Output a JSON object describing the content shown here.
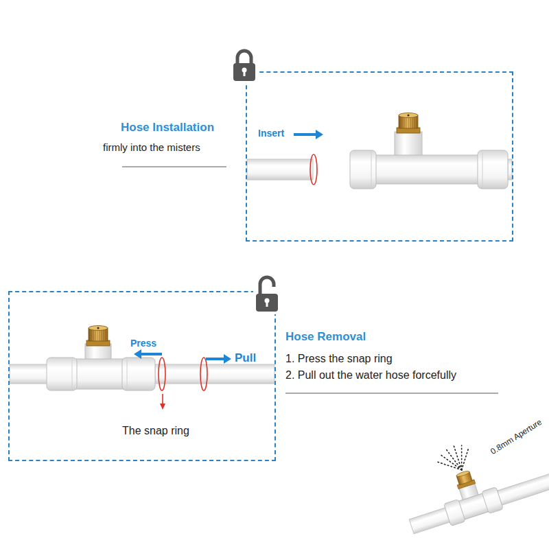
{
  "diagram": {
    "nodes": [
      {
        "text": [
          "Insert"
        ]
      },
      {
        "text": [
          "Press",
          "Pull",
          "The snap ring"
        ]
      }
    ],
    "labels": [
      "Hose Installation",
      "firmly into the misters",
      "Hose Removal",
      "1. Press the snap ring",
      "2. Pull out the water hose forcefully",
      "0.8mm Aperture"
    ]
  }
}
